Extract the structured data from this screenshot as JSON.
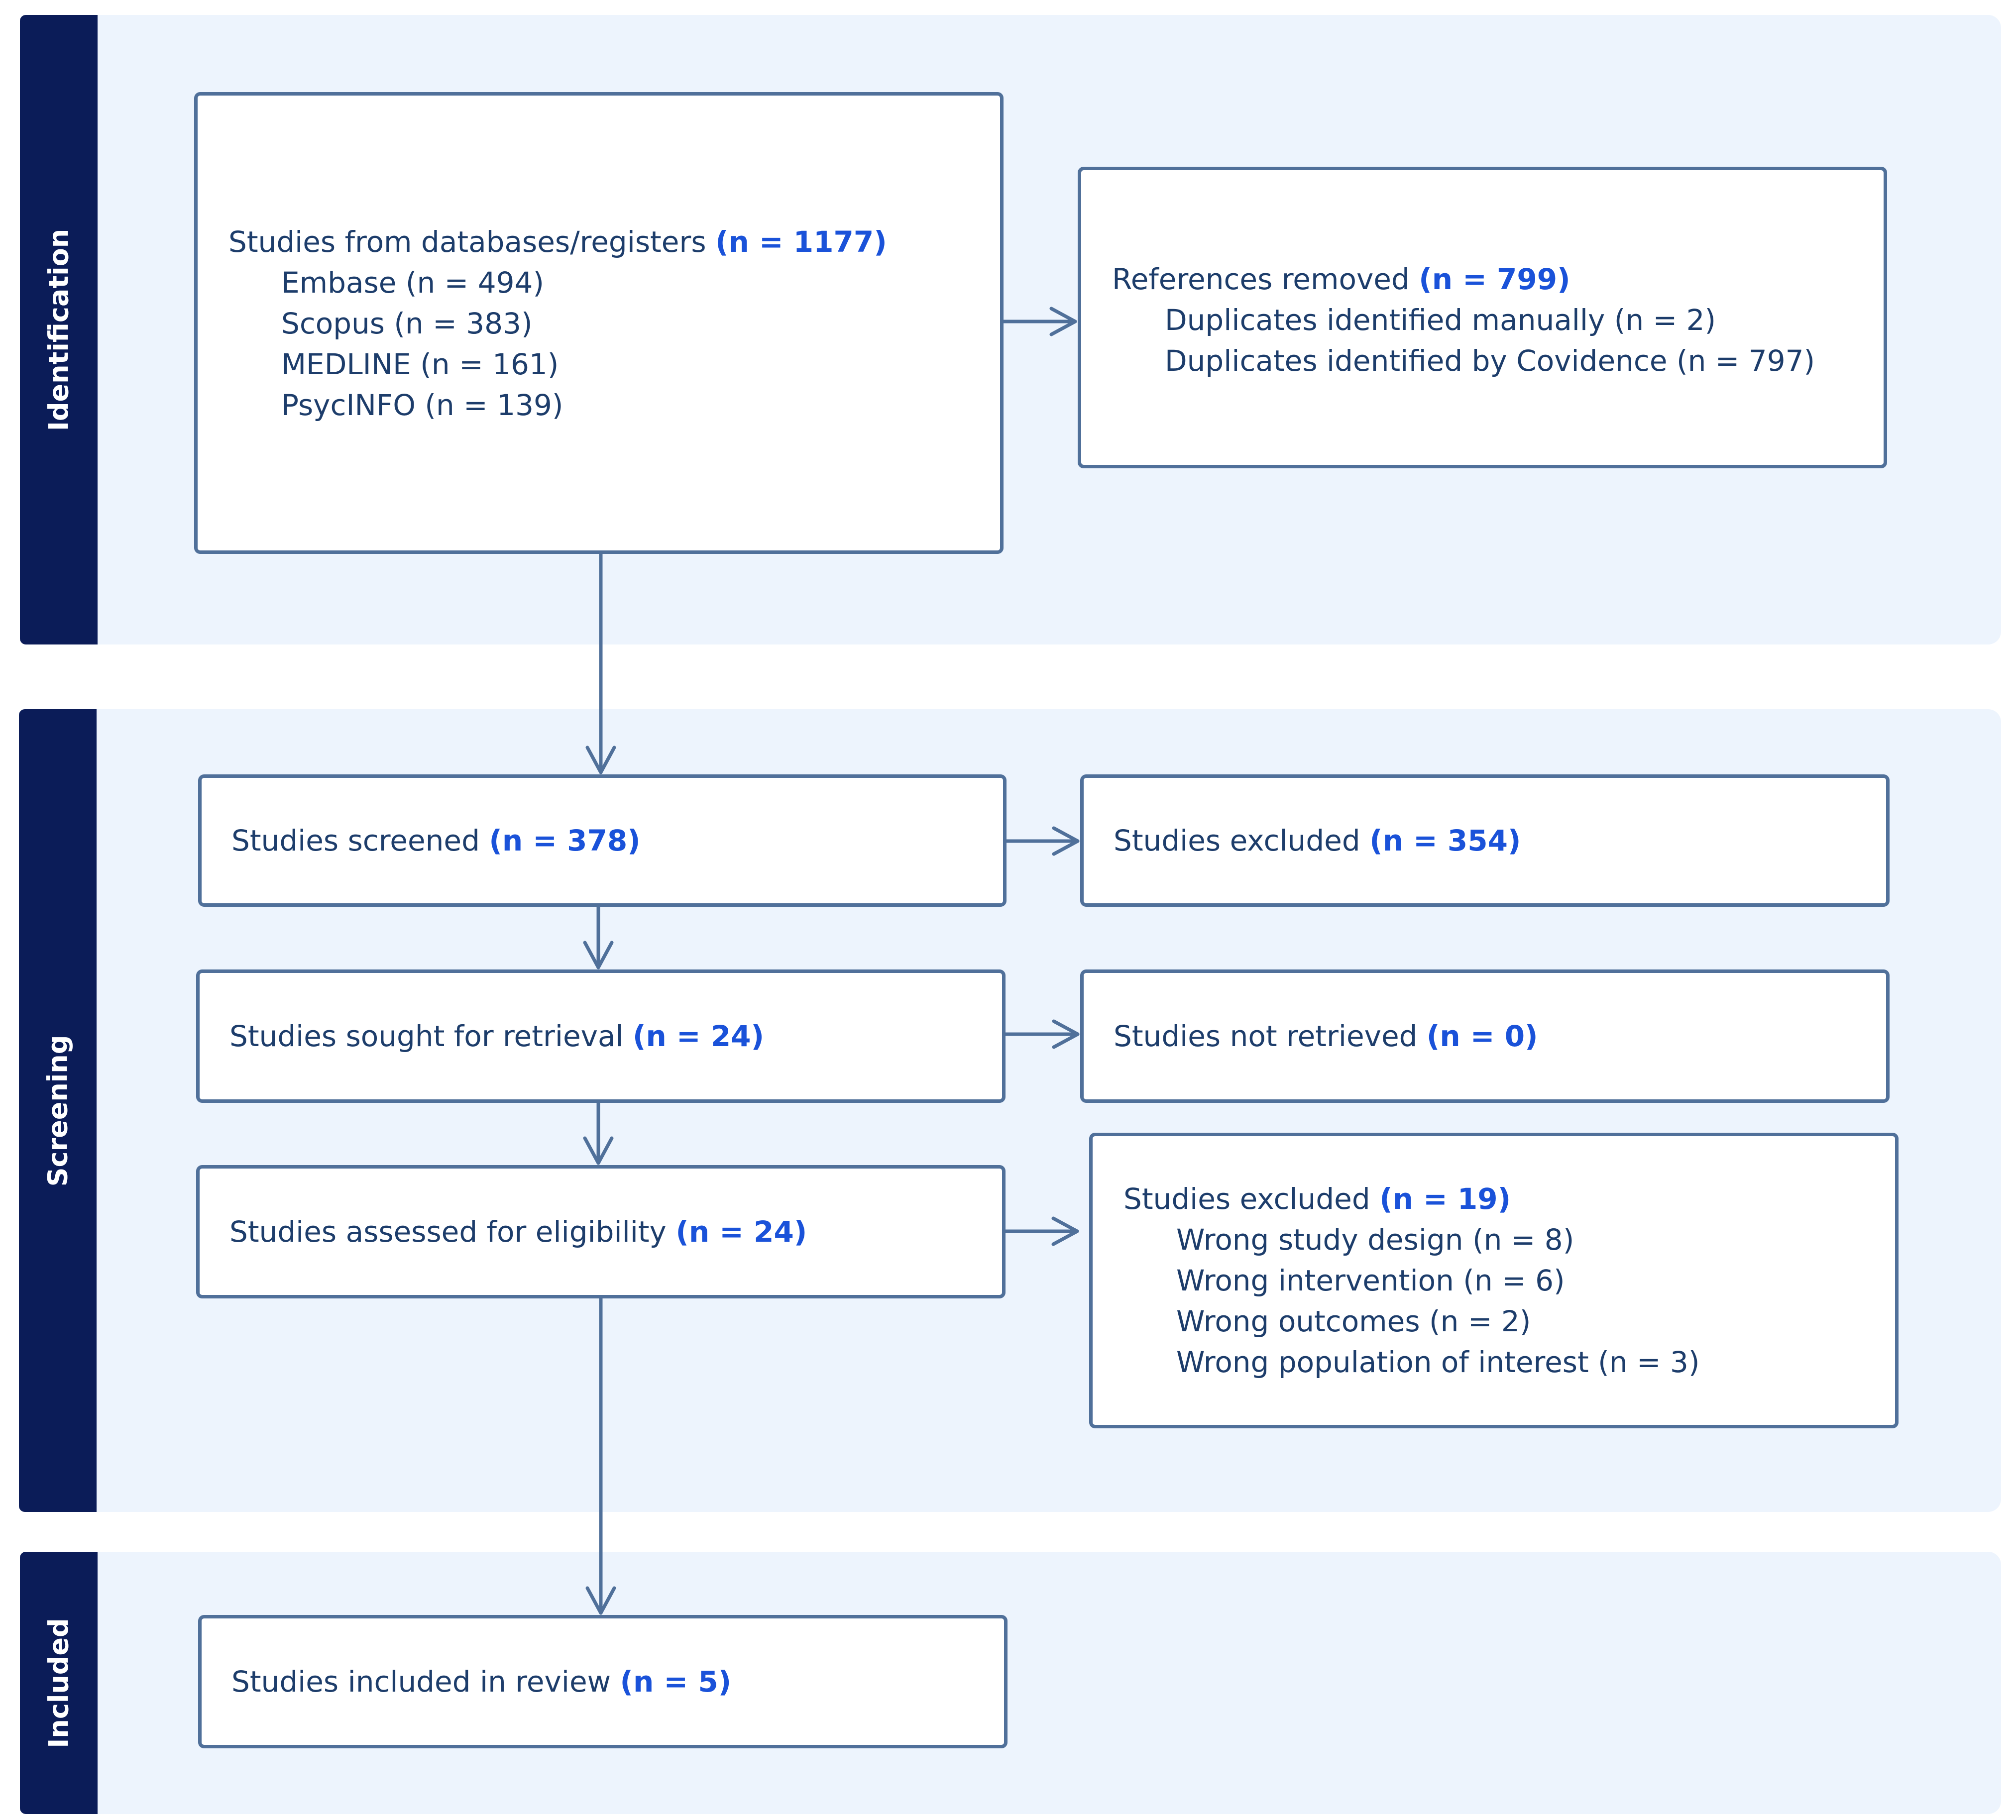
{
  "sections": {
    "identification": "Identification",
    "screening": "Screening",
    "included": "Included"
  },
  "boxes": {
    "databases": {
      "label": "Studies from databases/registers",
      "count": "(n = 1177)",
      "items": [
        "Embase (n = 494)",
        "Scopus (n = 383)",
        "MEDLINE (n = 161)",
        "PsycINFO (n = 139)"
      ]
    },
    "removed": {
      "label": "References removed",
      "count": "(n = 799)",
      "items": [
        "Duplicates identified manually (n = 2)",
        "Duplicates identified by Covidence (n = 797)"
      ]
    },
    "screened": {
      "label": "Studies screened",
      "count": "(n = 378)"
    },
    "excluded_screen": {
      "label": "Studies excluded",
      "count": "(n = 354)"
    },
    "sought": {
      "label": "Studies sought for retrieval",
      "count": "(n = 24)"
    },
    "not_retrieved": {
      "label": "Studies not retrieved",
      "count": "(n = 0)"
    },
    "assessed": {
      "label": "Studies assessed for eligibility",
      "count": "(n = 24)"
    },
    "excluded_full": {
      "label": "Studies excluded",
      "count": "(n = 19)",
      "items": [
        "Wrong study design (n = 8)",
        "Wrong intervention (n = 6)",
        "Wrong outcomes (n = 2)",
        "Wrong population of interest (n = 3)"
      ]
    },
    "included": {
      "label": "Studies included in review",
      "count": "(n = 5)"
    }
  },
  "colors": {
    "section_bg": "#edf4fd",
    "label_bg": "#0b1c58",
    "box_border": "#50709a",
    "arrow": "#50709a",
    "count_text": "#1a52d9",
    "body_text": "#1d3d6b"
  }
}
